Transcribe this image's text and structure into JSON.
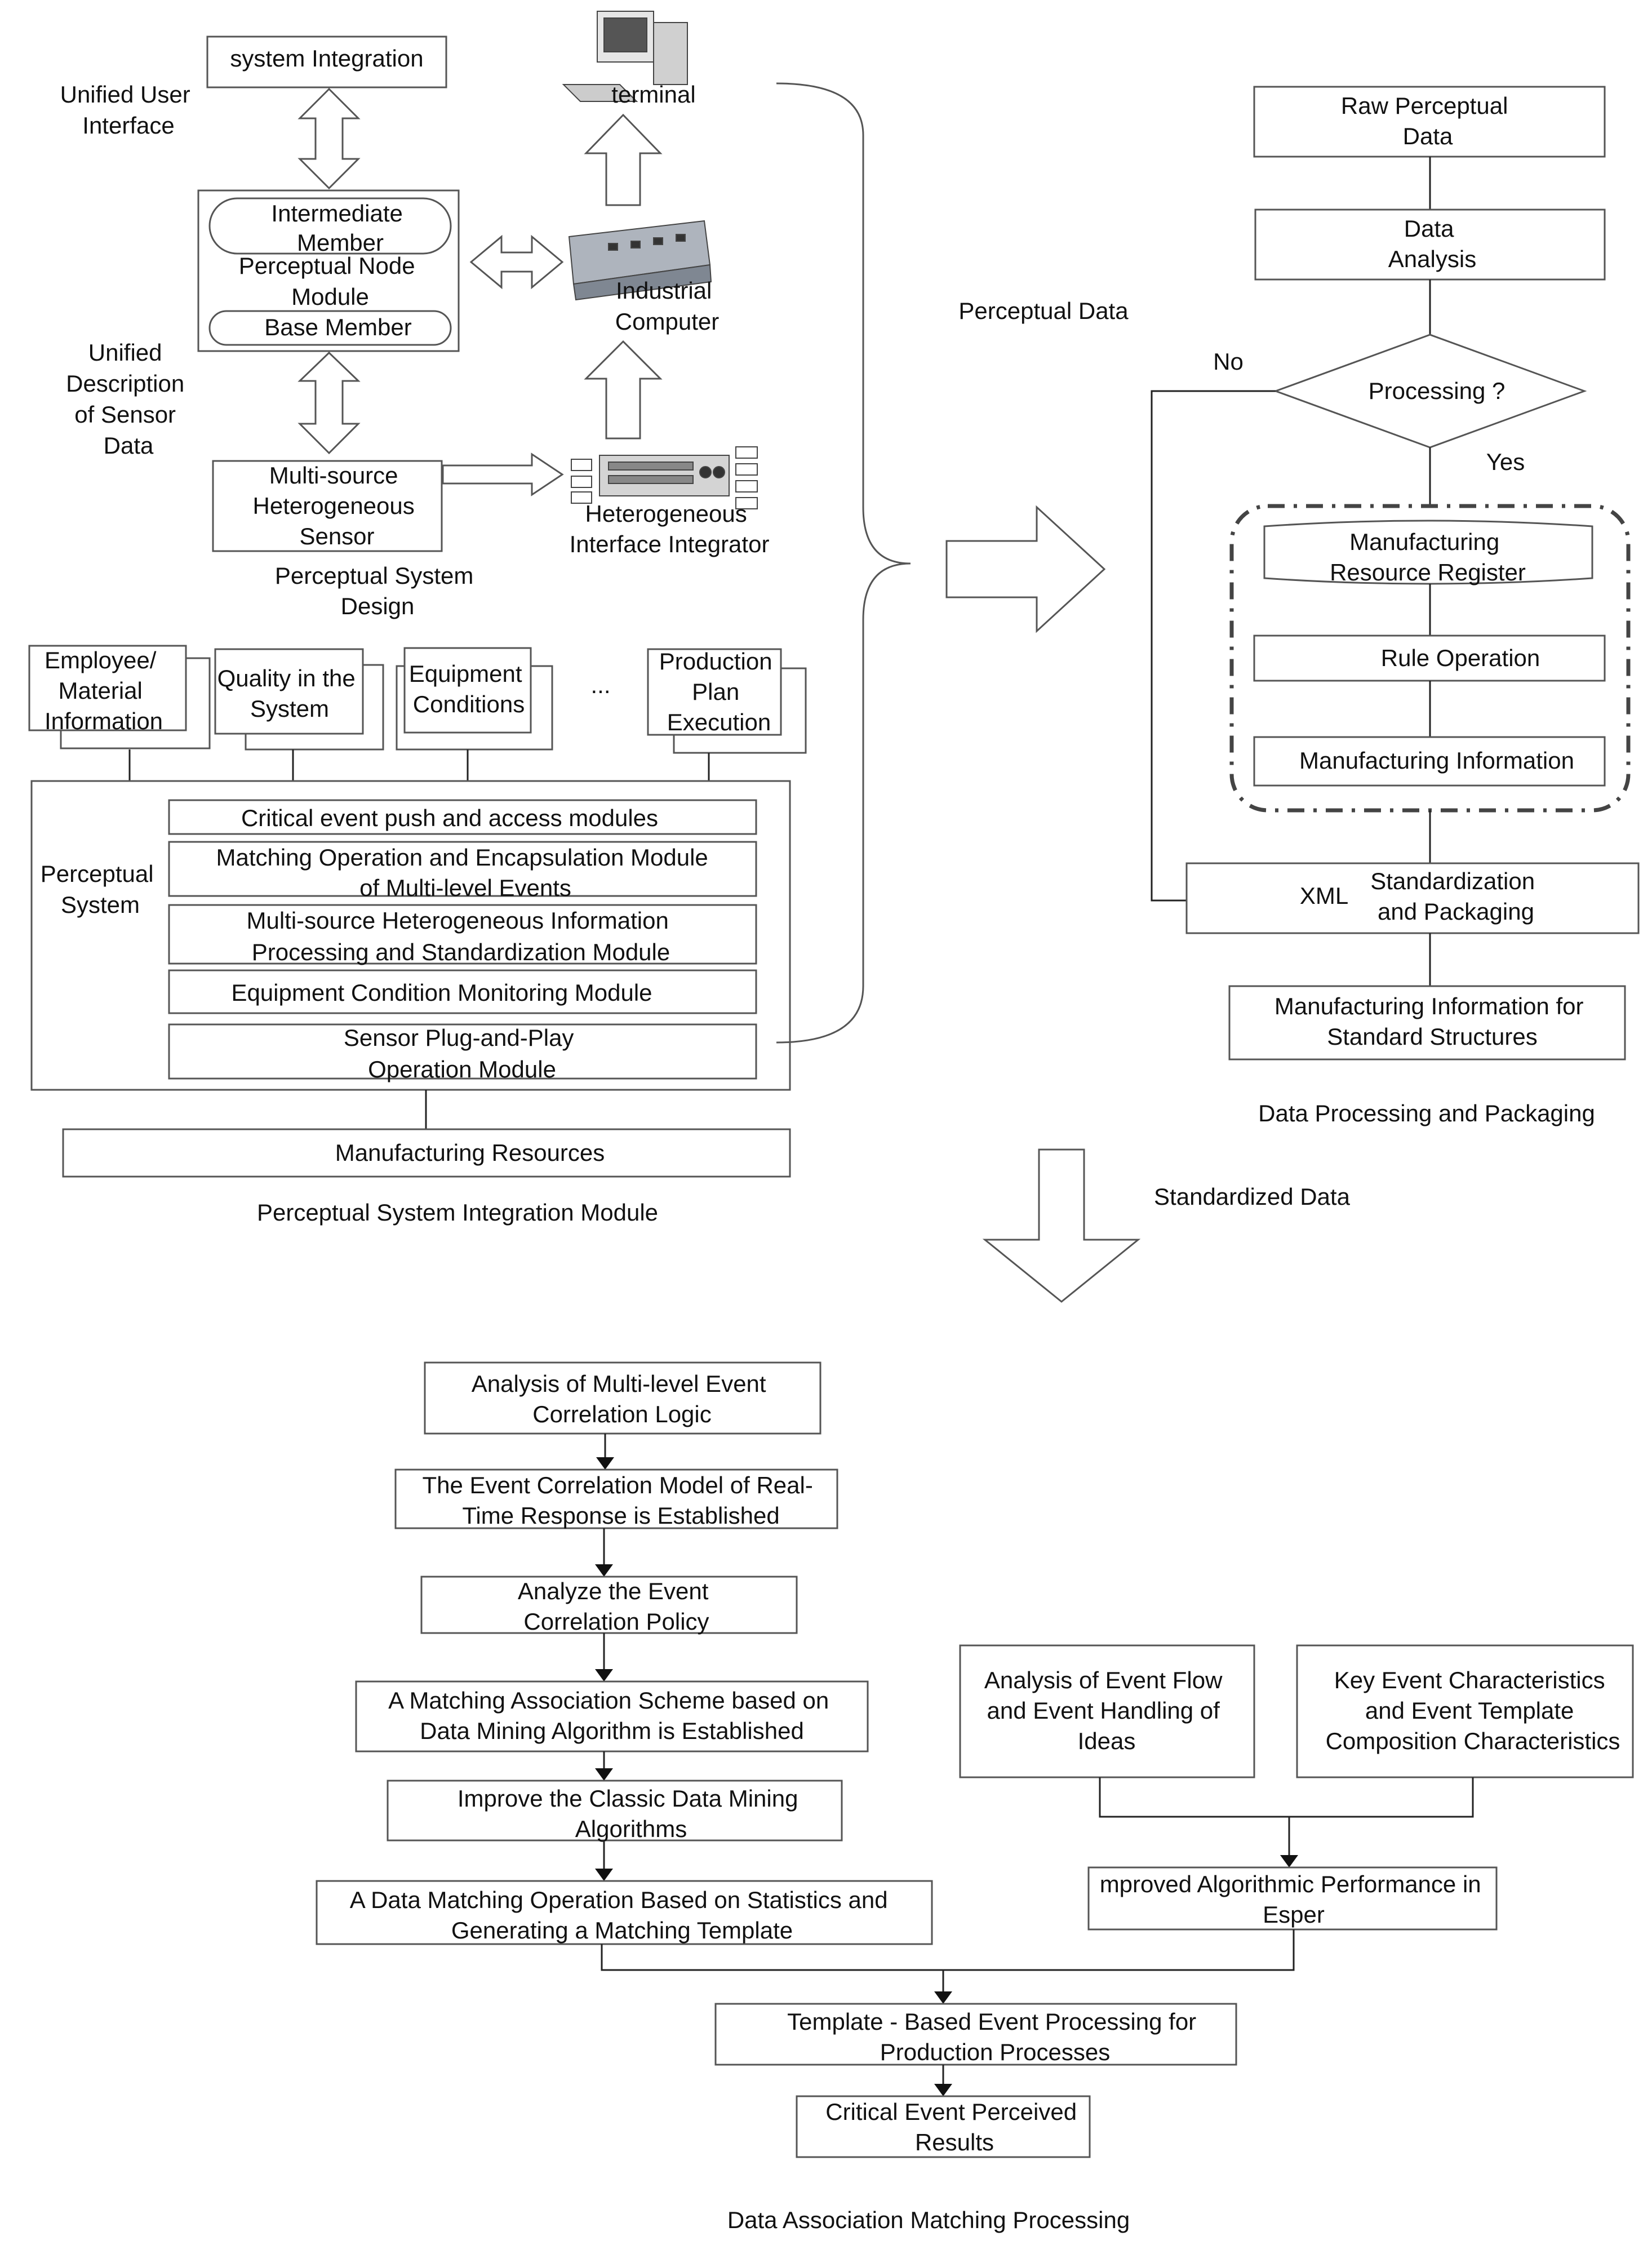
{
  "perceptual_system_design": {
    "system_integration": "system Integration",
    "unified_user_interface": [
      "Unified User",
      "Interface"
    ],
    "terminal": "terminal",
    "intermediate_member": [
      "Intermediate",
      "Member"
    ],
    "perceptual_node_module": [
      "Perceptual Node",
      "Module"
    ],
    "base_member": "Base Member",
    "industrial_computer": [
      "Industrial",
      "Computer"
    ],
    "unified_description": [
      "Unified",
      "Description",
      "of Sensor",
      "Data"
    ],
    "multi_source_sensor": [
      "Multi-source",
      "Heterogeneous",
      "Sensor"
    ],
    "heterogeneous_integrator": [
      "Heterogeneous",
      "Interface Integrator"
    ],
    "caption": [
      "Perceptual System",
      "Design"
    ]
  },
  "perceptual_data": "Perceptual Data",
  "integration_module": {
    "inputs": {
      "employee": [
        "Employee/",
        "Material",
        "Information"
      ],
      "quality": [
        "Quality in the",
        "System"
      ],
      "equipment": [
        "Equipment",
        "Conditions"
      ],
      "ellipsis": "...",
      "production": [
        "Production",
        "Plan",
        "Execution"
      ]
    },
    "perceptual_system": [
      "Perceptual",
      "System"
    ],
    "modules": {
      "m1": [
        "Critical event push and access modules"
      ],
      "m2": [
        "Matching Operation and Encapsulation Module",
        "of Multi-level Events"
      ],
      "m3": [
        "Multi-source Heterogeneous Information",
        "Processing and Standardization Module"
      ],
      "m4": [
        "Equipment Condition Monitoring Module"
      ],
      "m5": [
        "Sensor Plug-and-Play",
        "Operation Module"
      ]
    },
    "manufacturing_resources": "Manufacturing Resources",
    "caption": "Perceptual System Integration Module"
  },
  "data_processing": {
    "raw_data": [
      "Raw Perceptual",
      "Data"
    ],
    "data_analysis": [
      "Data",
      "Analysis"
    ],
    "processing": "Processing  ?",
    "no": "No",
    "yes": "Yes",
    "resource_register": [
      "Manufacturing",
      "Resource Register"
    ],
    "rule_operation": "Rule Operation",
    "manufacturing_information": "Manufacturing Information",
    "xml": "XML",
    "standardization": [
      "Standardization",
      "and Packaging"
    ],
    "standard_structures": [
      "Manufacturing Information for",
      "Standard Structures"
    ],
    "caption": "Data Processing and Packaging"
  },
  "standardized_data": "Standardized Data",
  "matching": {
    "s1": [
      "Analysis of Multi-level Event",
      "Correlation Logic"
    ],
    "s2": [
      "The Event Correlation Model of Real-",
      "Time Response is Established"
    ],
    "s3": [
      "Analyze the Event",
      "Correlation Policy"
    ],
    "s4": [
      "A Matching Association Scheme based on",
      "Data Mining Algorithm is Established"
    ],
    "s5": [
      "Improve the Classic Data Mining",
      "Algorithms"
    ],
    "s6": [
      "A Data Matching Operation Based on Statistics and",
      "Generating a Matching Template"
    ],
    "event_flow": [
      "Analysis of Event Flow",
      "and Event Handling of",
      "Ideas"
    ],
    "key_event": [
      "Key Event Characteristics",
      "and Event Template",
      "Composition Characteristics"
    ],
    "esper": [
      "mproved Algorithmic Performance in",
      "Esper"
    ],
    "template_processing": [
      "Template - Based Event Processing for",
      "Production Processes"
    ],
    "critical_results": [
      "Critical Event Perceived",
      "Results"
    ],
    "caption": "Data Association Matching Processing"
  }
}
